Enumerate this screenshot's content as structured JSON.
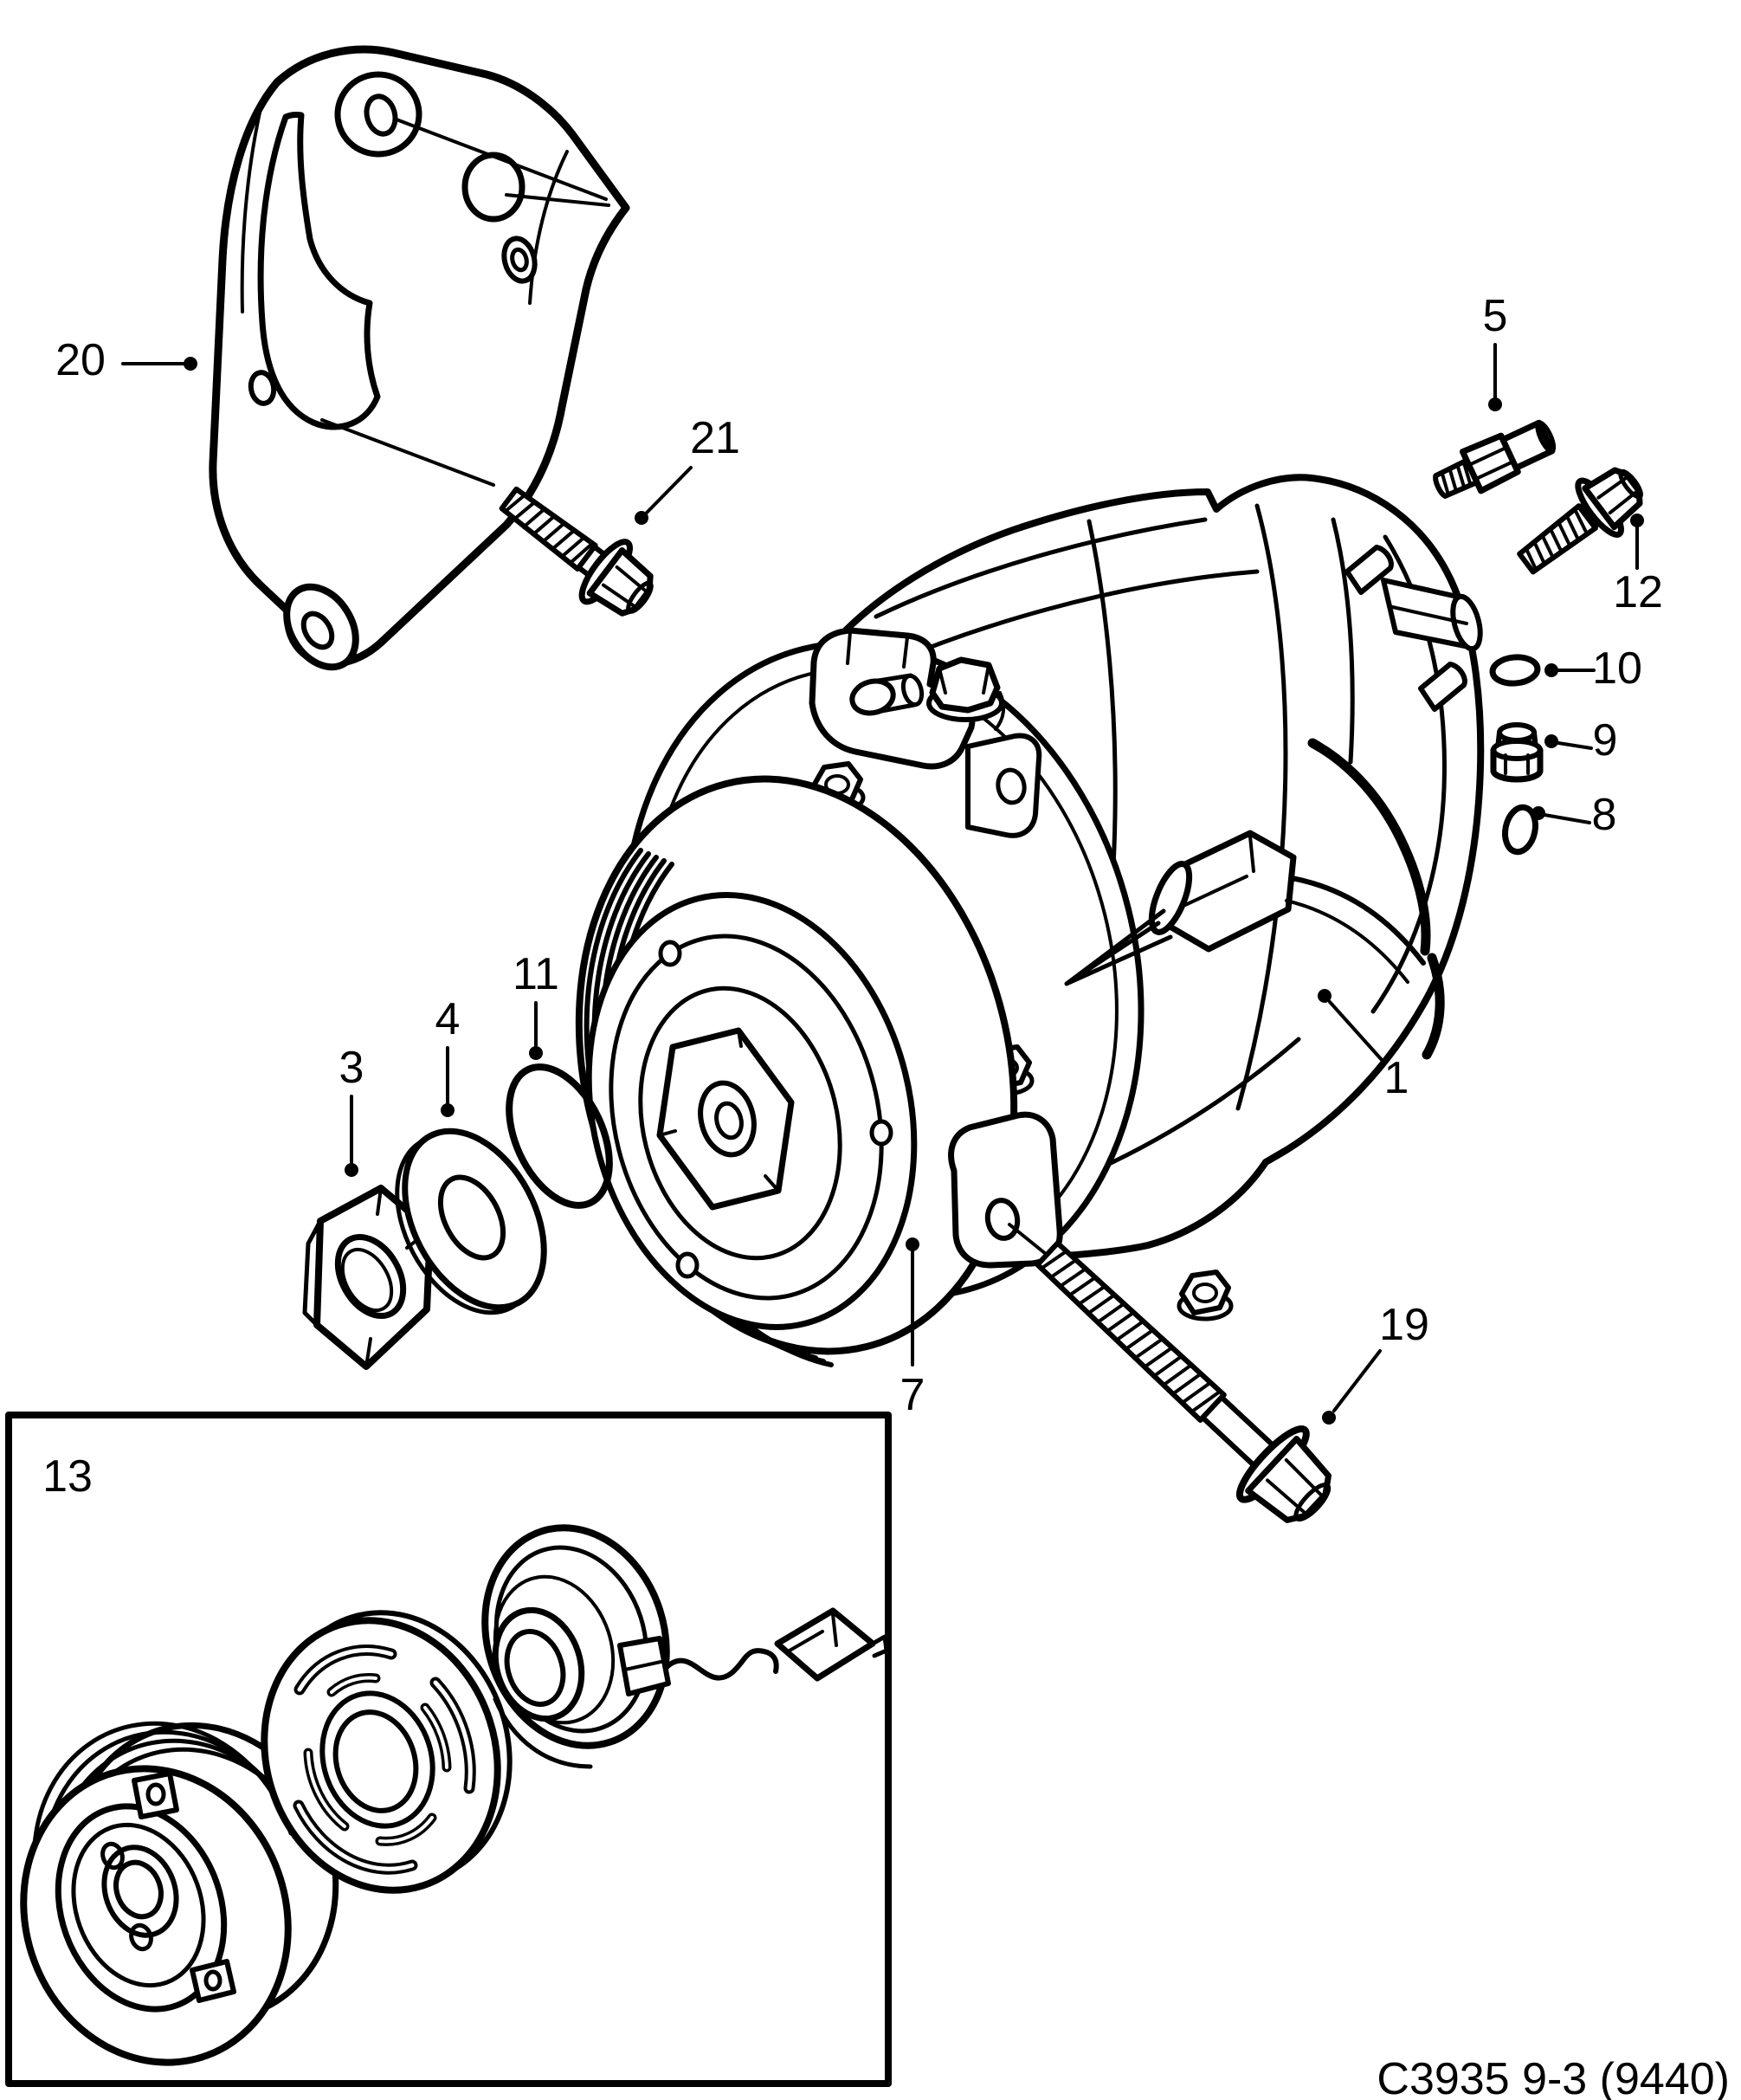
{
  "figure": {
    "background": "#ffffff",
    "line_color": "#000000",
    "footer_code": "C3935 9-3 (9440)"
  },
  "callouts": {
    "compressor": "1",
    "shaft_nut": "3",
    "washer": "4",
    "pressure_relief_valve": "5",
    "pulley_rotor": "7",
    "o_ring_cap": "8",
    "cap_nut": "9",
    "o_ring_valve": "10",
    "o_ring_shaft": "11",
    "rear_bolt": "12",
    "clutch_kit_inset": "13",
    "long_mount_bolt": "19",
    "mount_bracket": "20",
    "bracket_bolt": "21"
  }
}
